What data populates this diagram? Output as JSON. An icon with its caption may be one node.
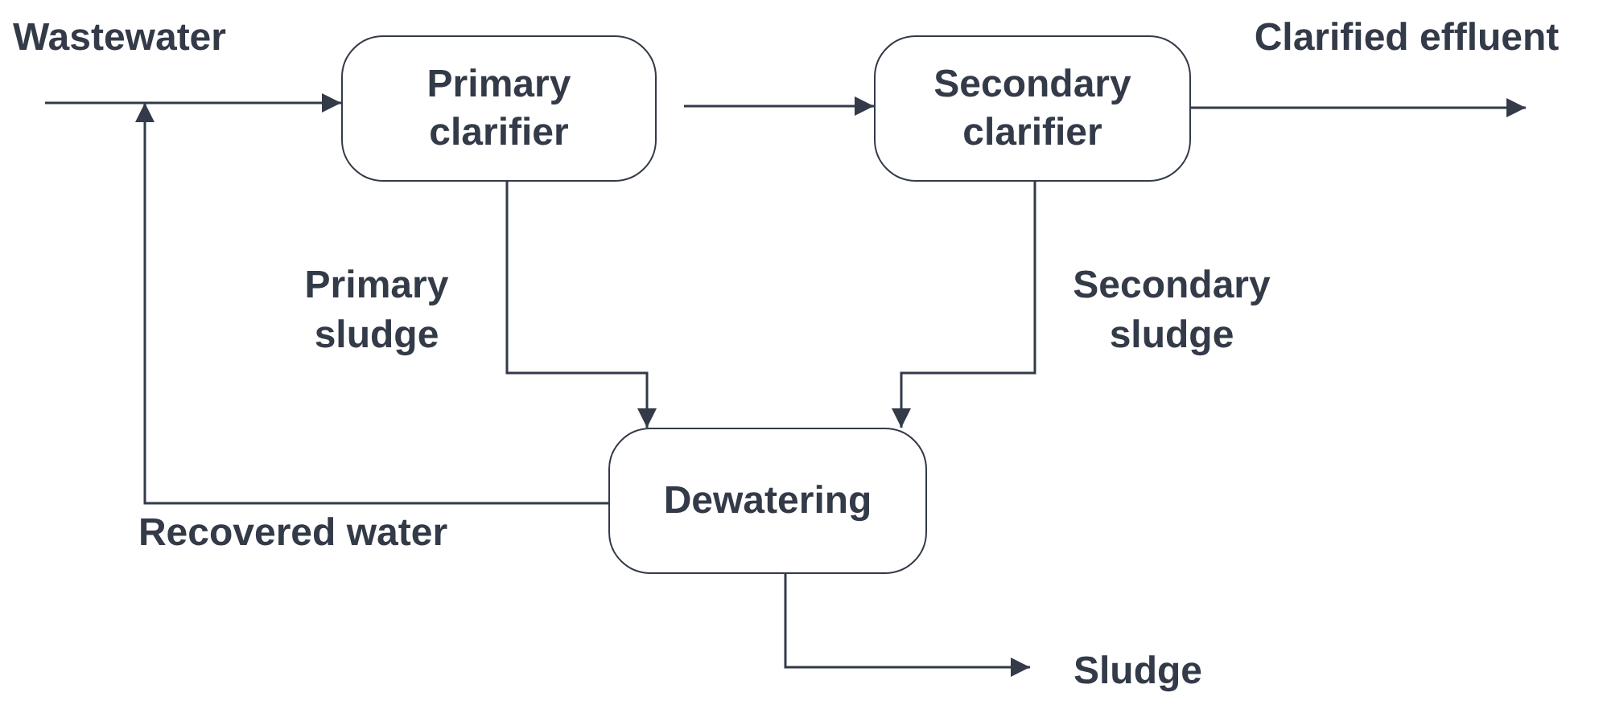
{
  "diagram": {
    "nodes": [
      {
        "text": [
          "Primary clarifier"
        ]
      },
      {
        "text": [
          "Secondary clarifier"
        ]
      },
      {
        "text": [
          "Dewatering"
        ]
      },
      {
        "text": [
          "Sludge"
        ]
      }
    ],
    "edges": [
      {
        "from": null,
        "to": 0,
        "arrow": "to",
        "label": "Wastewater"
      },
      {
        "from": 0,
        "to": 1,
        "arrow": "to"
      },
      {
        "from": 1,
        "to": null,
        "arrow": "to",
        "label": "Clarified effluent"
      },
      {
        "from": 0,
        "to": 2,
        "arrow": "to",
        "label": "Primary sludge"
      },
      {
        "from": 1,
        "to": 2,
        "arrow": "to",
        "label": "Secondary sludge"
      },
      {
        "from": 2,
        "to": null,
        "arrow": "to",
        "label": "Recovered water"
      },
      {
        "from": 2,
        "to": 3,
        "arrow": "to"
      }
    ]
  }
}
